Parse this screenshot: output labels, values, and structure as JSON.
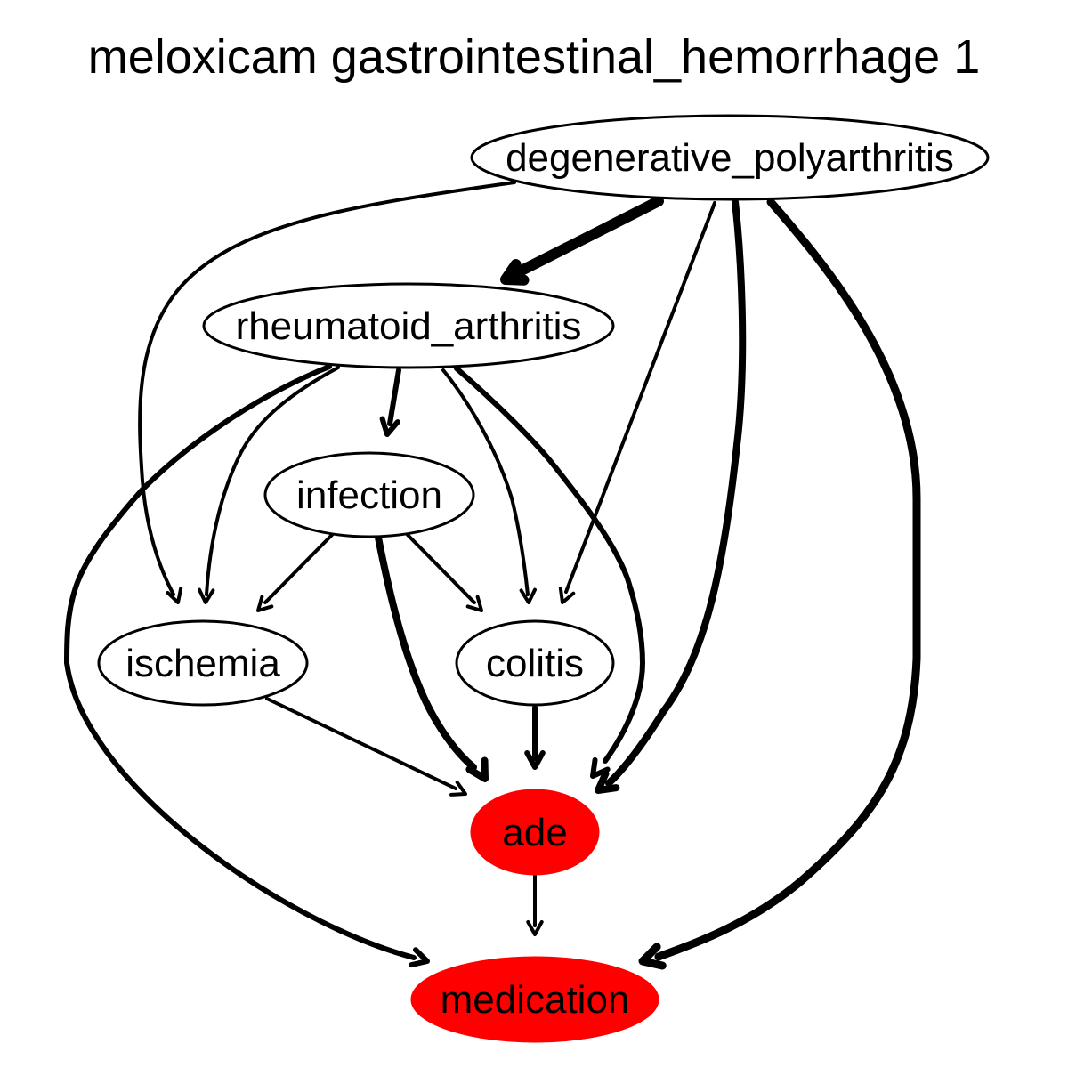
{
  "title": "meloxicam gastrointestinal_hemorrhage 1",
  "colors": {
    "highlight": "#ff0000",
    "stroke": "#000000",
    "background": "#ffffff"
  },
  "nodes": [
    {
      "id": "degenerative_polyarthritis",
      "label": "degenerative_polyarthritis",
      "fill": "#ffffff"
    },
    {
      "id": "rheumatoid_arthritis",
      "label": "rheumatoid_arthritis",
      "fill": "#ffffff"
    },
    {
      "id": "infection",
      "label": "infection",
      "fill": "#ffffff"
    },
    {
      "id": "ischemia",
      "label": "ischemia",
      "fill": "#ffffff"
    },
    {
      "id": "colitis",
      "label": "colitis",
      "fill": "#ffffff"
    },
    {
      "id": "ade",
      "label": "ade",
      "fill": "#ff0000"
    },
    {
      "id": "medication",
      "label": "medication",
      "fill": "#ff0000"
    }
  ],
  "edges": [
    {
      "from": "degenerative_polyarthritis",
      "to": "rheumatoid_arthritis",
      "weight": 12
    },
    {
      "from": "degenerative_polyarthritis",
      "to": "ischemia",
      "weight": 4
    },
    {
      "from": "degenerative_polyarthritis",
      "to": "colitis",
      "weight": 4
    },
    {
      "from": "degenerative_polyarthritis",
      "to": "ade",
      "weight": 8
    },
    {
      "from": "degenerative_polyarthritis",
      "to": "medication",
      "weight": 9
    },
    {
      "from": "rheumatoid_arthritis",
      "to": "infection",
      "weight": 6
    },
    {
      "from": "rheumatoid_arthritis",
      "to": "ischemia",
      "weight": 4
    },
    {
      "from": "rheumatoid_arthritis",
      "to": "colitis",
      "weight": 4
    },
    {
      "from": "rheumatoid_arthritis",
      "to": "ade",
      "weight": 6
    },
    {
      "from": "rheumatoid_arthritis",
      "to": "medication",
      "weight": 6
    },
    {
      "from": "infection",
      "to": "ischemia",
      "weight": 4
    },
    {
      "from": "infection",
      "to": "colitis",
      "weight": 4
    },
    {
      "from": "infection",
      "to": "ade",
      "weight": 8
    },
    {
      "from": "ischemia",
      "to": "ade",
      "weight": 4
    },
    {
      "from": "colitis",
      "to": "ade",
      "weight": 6
    },
    {
      "from": "ade",
      "to": "medication",
      "weight": 4
    }
  ]
}
